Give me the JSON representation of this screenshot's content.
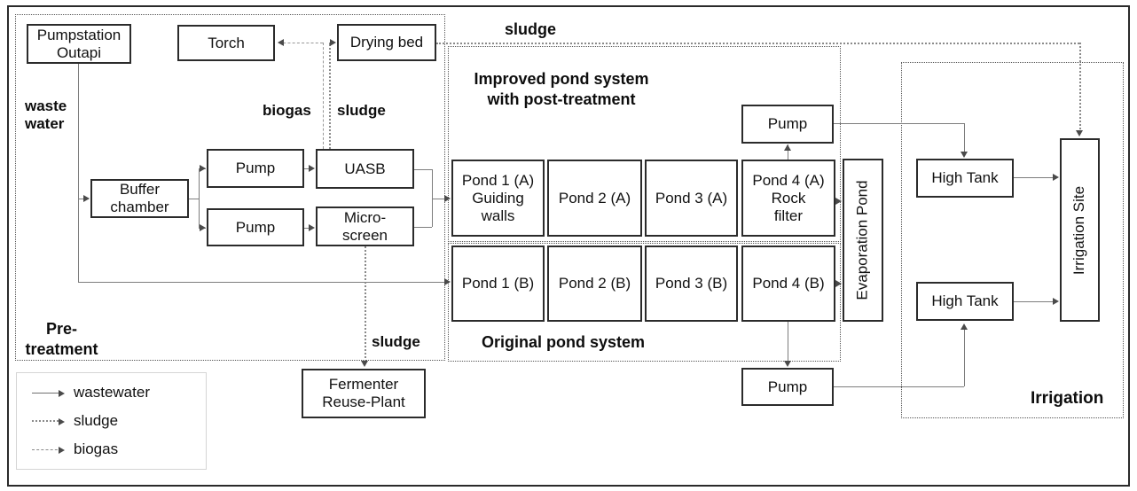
{
  "nodes": {
    "pumpstation_outapi": "Pumpstation\nOutapi",
    "torch": "Torch",
    "drying_bed": "Drying bed",
    "pump_top": "Pump",
    "uasb": "UASB",
    "buffer_chamber": "Buffer\nchamber",
    "pump_bottom": "Pump",
    "micro_screen": "Micro-\nscreen",
    "pond1a": "Pond 1 (A)\nGuiding\nwalls",
    "pond2a": "Pond 2 (A)",
    "pond3a": "Pond 3 (A)",
    "pond4a": "Pond 4 (A)\nRock\nfilter",
    "pond1b": "Pond 1 (B)",
    "pond2b": "Pond 2 (B)",
    "pond3b": "Pond 3 (B)",
    "pond4b": "Pond 4 (B)",
    "evaporation_pond": "Evaporation Pond",
    "pump_right_top": "Pump",
    "pump_right_bottom": "Pump",
    "high_tank_top": "High Tank",
    "high_tank_bottom": "High Tank",
    "irrigation_site": "Irrigation Site",
    "fermenter": "Fermenter\nReuse-Plant"
  },
  "labels": {
    "waste_water": "waste\nwater",
    "biogas": "biogas",
    "sludge_uasb": "sludge",
    "sludge_top": "sludge",
    "improved_system": "Improved pond system\nwith post-treatment",
    "original_system": "Original pond system",
    "pretreatment": "Pre-\ntreatment",
    "sludge_fermenter": "sludge",
    "irrigation": "Irrigation"
  },
  "legend": {
    "items": [
      {
        "label": "wastewater",
        "line": "solid"
      },
      {
        "label": "sludge",
        "line": "dotted"
      },
      {
        "label": "biogas",
        "line": "dashed"
      }
    ]
  },
  "colors": {
    "wastewater_line": "#7d7d7d",
    "sludge_line": "#8a8a8a",
    "biogas_line": "#979797",
    "box_border": "#2b2b2b",
    "text": "#111111"
  }
}
